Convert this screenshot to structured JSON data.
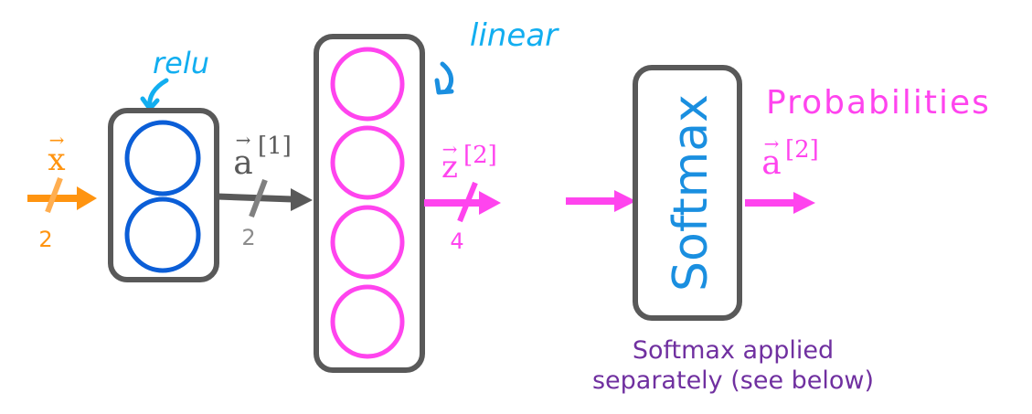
{
  "colors": {
    "orange": "#ff9410",
    "gray_box": "#595959",
    "gray_light": "#8c8c8c",
    "blue_neuron": "#0b5ed7",
    "cyan_label": "#12aef0",
    "magenta": "#ff44ee",
    "softmax_blue": "#1a8fe0",
    "purple_note": "#7030a0"
  },
  "input": {
    "symbol": "x",
    "vector_arrow": "→",
    "dimension": "2"
  },
  "layer1": {
    "activation_label": "relu",
    "neuron_count": 2,
    "output_symbol": "a",
    "output_superscript": "[1]",
    "output_dimension": "2"
  },
  "layer2": {
    "activation_label": "linear",
    "neuron_count": 4,
    "output_symbol": "z",
    "output_superscript": "[2]",
    "output_dimension": "4"
  },
  "softmax": {
    "box_label": "Softmax",
    "output_title": "Probabilities",
    "output_symbol": "a",
    "output_superscript": "[2]",
    "note_line1": "Softmax applied",
    "note_line2": "separately (see below)"
  }
}
